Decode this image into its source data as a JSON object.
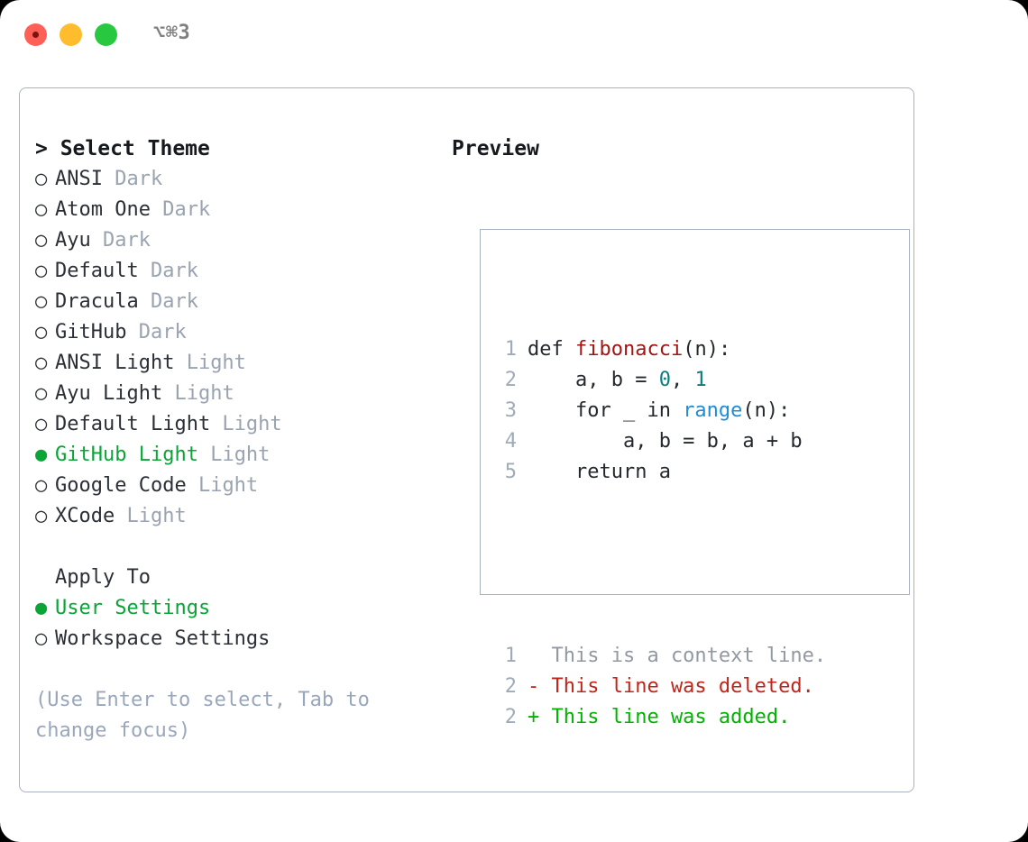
{
  "window": {
    "shortcut": "⌥⌘3",
    "traffic_lights": [
      {
        "name": "close",
        "color": "#ff5f57"
      },
      {
        "name": "minimize",
        "color": "#ffbd2e"
      },
      {
        "name": "maximize",
        "color": "#28c840"
      }
    ]
  },
  "theme_panel": {
    "header": "> Select Theme",
    "items": [
      {
        "marker": "○",
        "label": "ANSI",
        "tag": "Dark",
        "selected": false
      },
      {
        "marker": "○",
        "label": "Atom One",
        "tag": "Dark",
        "selected": false
      },
      {
        "marker": "○",
        "label": "Ayu",
        "tag": "Dark",
        "selected": false
      },
      {
        "marker": "○",
        "label": "Default",
        "tag": "Dark",
        "selected": false
      },
      {
        "marker": "○",
        "label": "Dracula",
        "tag": "Dark",
        "selected": false
      },
      {
        "marker": "○",
        "label": "GitHub",
        "tag": "Dark",
        "selected": false
      },
      {
        "marker": "○",
        "label": "ANSI Light",
        "tag": "Light",
        "selected": false
      },
      {
        "marker": "○",
        "label": "Ayu Light",
        "tag": "Light",
        "selected": false
      },
      {
        "marker": "○",
        "label": "Default Light",
        "tag": "Light",
        "selected": false
      },
      {
        "marker": "●",
        "label": "GitHub Light",
        "tag": "Light",
        "selected": true
      },
      {
        "marker": "○",
        "label": "Google Code",
        "tag": "Light",
        "selected": false
      },
      {
        "marker": "○",
        "label": "XCode",
        "tag": "Light",
        "selected": false
      }
    ],
    "apply_to": {
      "header": "Apply To",
      "options": [
        {
          "marker": "●",
          "label": "User Settings",
          "selected": true
        },
        {
          "marker": "○",
          "label": "Workspace Settings",
          "selected": false
        }
      ]
    },
    "hint": "(Use Enter to select, Tab to change focus)"
  },
  "preview_panel": {
    "header": "Preview",
    "code_lines": [
      {
        "num": "1",
        "tokens": [
          {
            "text": "def ",
            "kind": "plain"
          },
          {
            "text": "fibonacci",
            "kind": "fn"
          },
          {
            "text": "(n):",
            "kind": "plain"
          }
        ]
      },
      {
        "num": "2",
        "tokens": [
          {
            "text": "    a, b = ",
            "kind": "plain"
          },
          {
            "text": "0",
            "kind": "num"
          },
          {
            "text": ", ",
            "kind": "plain"
          },
          {
            "text": "1",
            "kind": "num"
          }
        ]
      },
      {
        "num": "3",
        "tokens": [
          {
            "text": "    for _ in ",
            "kind": "plain"
          },
          {
            "text": "range",
            "kind": "call"
          },
          {
            "text": "(n):",
            "kind": "plain"
          }
        ]
      },
      {
        "num": "4",
        "tokens": [
          {
            "text": "        a, b = b, a + b",
            "kind": "plain"
          }
        ]
      },
      {
        "num": "5",
        "tokens": [
          {
            "text": "    return a",
            "kind": "plain"
          }
        ]
      }
    ],
    "diff_lines": [
      {
        "num": "1",
        "sign": " ",
        "text": " This is a context line.",
        "kind": "context"
      },
      {
        "num": "2",
        "sign": "-",
        "text": " This line was deleted.",
        "kind": "deleted"
      },
      {
        "num": "2",
        "sign": "+",
        "text": " This line was added.",
        "kind": "added"
      }
    ]
  },
  "colors": {
    "accent_green": "#0aa437",
    "diff_add": "#00b300",
    "diff_del": "#c0251a",
    "muted": "#9aa3b0",
    "border": "#a9b2c0",
    "fn_red": "#a31515",
    "num_teal": "#0d7d7d",
    "call_blue": "#1f8dd6"
  }
}
